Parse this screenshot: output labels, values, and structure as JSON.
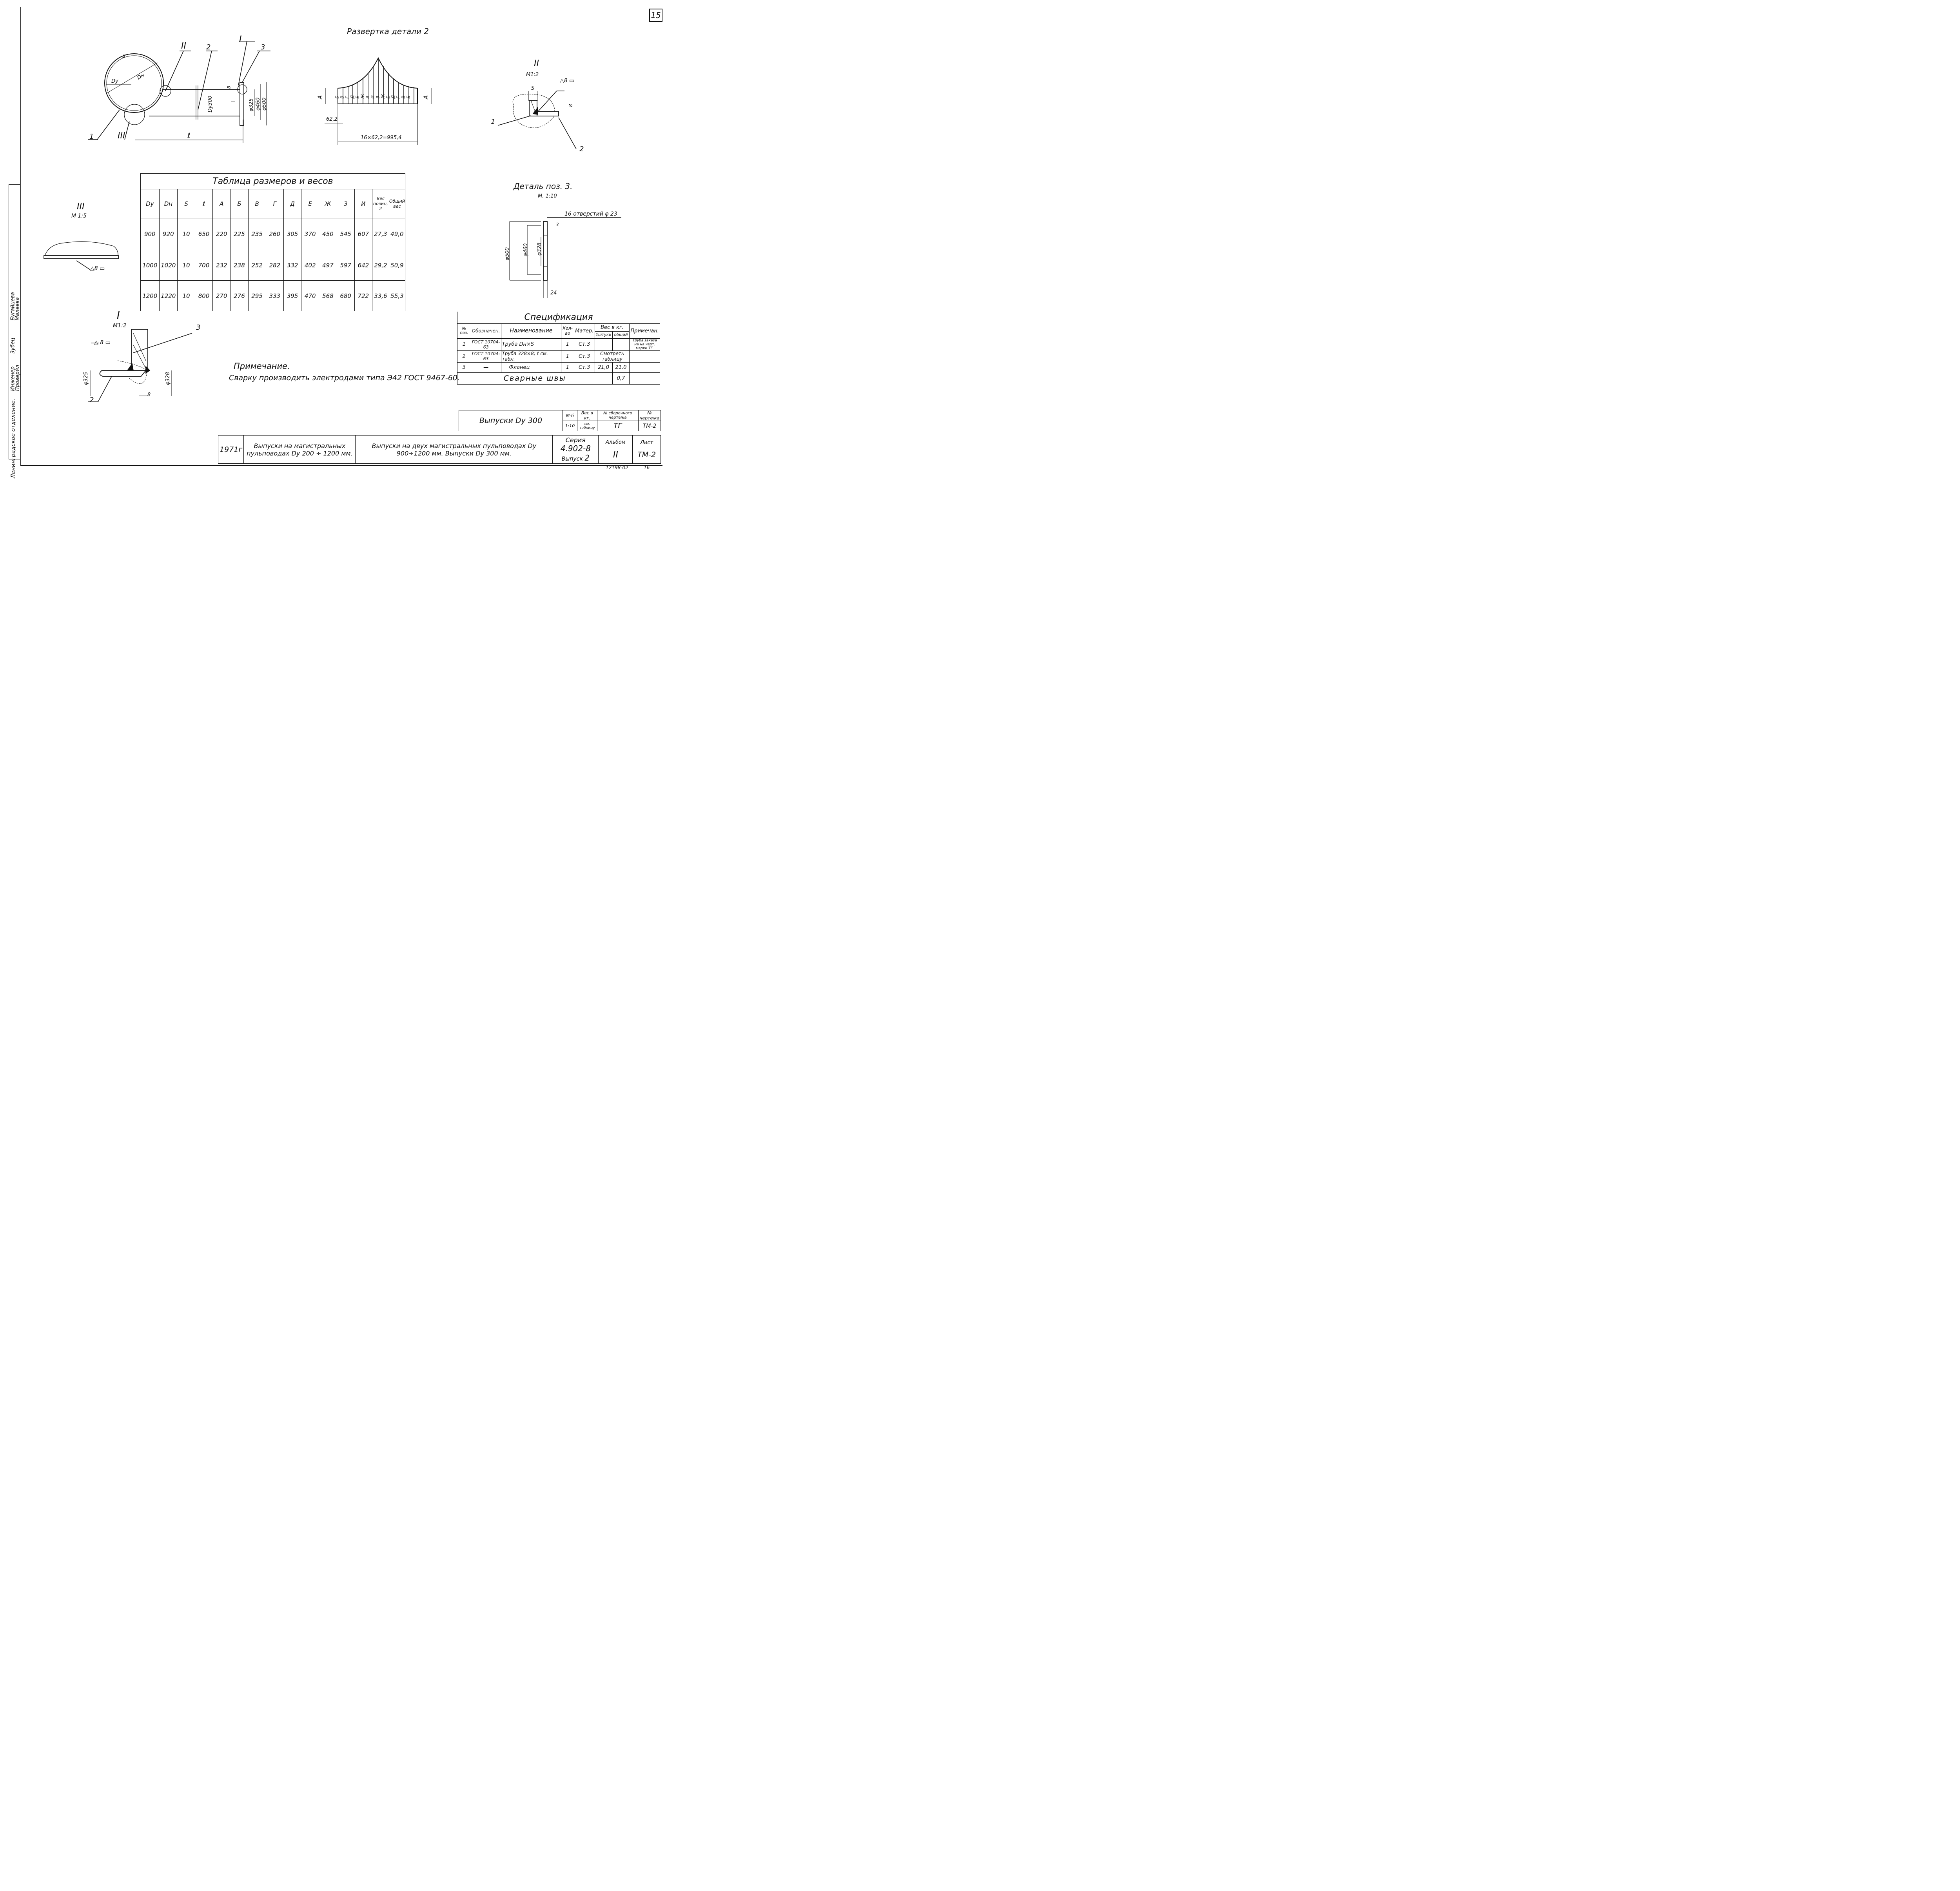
{
  "sheet_number": "15",
  "views": {
    "unfolding_title": "Развертка детали 2",
    "unfolding_dim_step": "62,2",
    "unfolding_dim_total": "16×62,2=995,4",
    "unfolding_letters": [
      "Б",
      "В",
      "Г",
      "Д",
      "Е",
      "Ж",
      "З",
      "И",
      "З",
      "Ж",
      "Е",
      "Д",
      "Г",
      "В",
      "Б"
    ],
    "unfolding_side": "А",
    "main_labels": {
      "II": "II",
      "I": "I",
      "III": "III",
      "pos2": "2",
      "pos3": "3",
      "pos1": "1",
      "s": "s",
      "dh": "Dн",
      "dy": "Dу",
      "dy300": "Dу300",
      "b": "в",
      "d325": "φ325",
      "d460": "φ460",
      "d500": "φ500",
      "l": "ℓ"
    },
    "detail_II": {
      "title": "II",
      "scale": "М1:2",
      "weld": "△8 ▭",
      "s": "S",
      "eight": "8",
      "pos1": "1",
      "pos2": "2"
    },
    "detail_III": {
      "title": "III",
      "scale": "М 1:5",
      "weld": "△8 ▭"
    },
    "detail_I": {
      "title": "I",
      "scale": "М1:2",
      "weld": "△ 8 ▭",
      "pos3": "3",
      "pos2": "2",
      "d325": "φ325",
      "d328": "φ328",
      "eight": "8"
    },
    "detail_pos3": {
      "title": "Деталь поз. 3.",
      "scale": "М. 1:10",
      "holes": "16 отверстий φ 23",
      "d500": "φ500",
      "d460": "φ460",
      "d328": "φ328",
      "t": "24",
      "weld": "3"
    }
  },
  "dimensions_table": {
    "title": "Таблица размеров и весов",
    "headers": [
      "Dу",
      "Dн",
      "S",
      "ℓ",
      "А",
      "Б",
      "В",
      "Г",
      "Д",
      "Е",
      "Ж",
      "З",
      "И",
      "Вес позиц. 2",
      "Общий вес"
    ],
    "rows": [
      [
        "900",
        "920",
        "10",
        "650",
        "220",
        "225",
        "235",
        "260",
        "305",
        "370",
        "450",
        "545",
        "607",
        "27,3",
        "49,0"
      ],
      [
        "1000",
        "1020",
        "10",
        "700",
        "232",
        "238",
        "252",
        "282",
        "332",
        "402",
        "497",
        "597",
        "642",
        "29,2",
        "50,9"
      ],
      [
        "1200",
        "1220",
        "10",
        "800",
        "270",
        "276",
        "295",
        "333",
        "395",
        "470",
        "568",
        "680",
        "722",
        "33,6",
        "55,3"
      ]
    ]
  },
  "note": {
    "title": "Примечание.",
    "text": "Сварку производить электродами типа Э42 ГОСТ 9467-60."
  },
  "specification": {
    "title": "Спецификация",
    "headers": {
      "pos": "№ поз.",
      "designation": "Обозначен.",
      "name": "Наименование",
      "qty": "Кол-во",
      "material": "Матер.",
      "weight": "Вес в кг.",
      "unit": "1штуки",
      "total": "общий",
      "remark": "Примечан."
    },
    "rows": [
      {
        "pos": "1",
        "designation": "ГОСТ 10704-63",
        "name": "Труба Dн×S",
        "qty": "1",
        "material": "Ст.3",
        "unit": "",
        "total": "",
        "remark": "Труба заказа на на черт. марки ТГ."
      },
      {
        "pos": "2",
        "designation": "ГОСТ 10704-63",
        "name": "Труба 328×8; ℓ см. табл.",
        "qty": "1",
        "material": "Ст.3",
        "unit": "Смотреть таблицу",
        "total": "",
        "remark": ""
      },
      {
        "pos": "3",
        "designation": "—",
        "name": "Фланец",
        "qty": "1",
        "material": "Ст.3",
        "unit": "21,0",
        "total": "21,0",
        "remark": ""
      }
    ],
    "welds_label": "Сварные швы",
    "welds_weight": "0,7"
  },
  "title_block": {
    "drawing_name": "Выпуски Dу 300",
    "scale_label": "М-б",
    "scale": "1:10",
    "weight_label": "Вес в кг.",
    "weight": "см. таблицу",
    "assembly_label": "№ сборочного чертежа",
    "assembly": "ТГ",
    "drawing_no_label": "№ чертежа",
    "drawing_no": "ТМ-2",
    "year": "1971г",
    "project": "Выпуски на магистральных пульповодах Dу 200 ÷ 1200 мм.",
    "sheet_title": "Выпуски на двух магистральных пульповодах Dу 900÷1200 мм. Выпуски Dу 300 мм.",
    "series_label": "Серия",
    "series": "4.902-8",
    "issue_label": "Выпуск",
    "issue": "2",
    "album_label": "Альбом",
    "album": "II",
    "list_label": "Лист",
    "list": "ТМ-2",
    "archive": "12198-02",
    "archive_page": "16"
  },
  "side_stamp": {
    "org": "Ленинградское отделение.",
    "roles": [
      "Инженер",
      "Проверил"
    ],
    "names": [
      "Зубец",
      "Бугайцева",
      "Малеева"
    ]
  }
}
